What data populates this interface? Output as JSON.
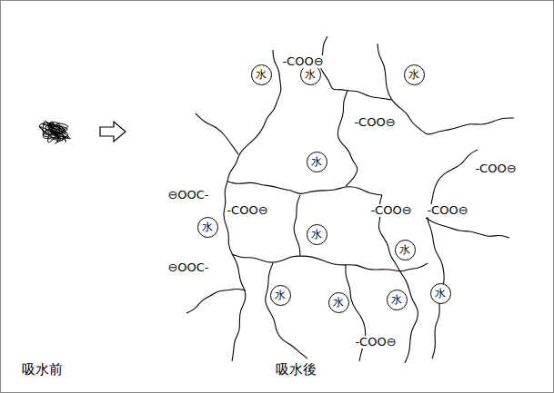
{
  "diagram": {
    "nodes": [
      {
        "text": [
          "水"
        ]
      },
      {
        "text": [
          "水"
        ]
      },
      {
        "text": [
          "水"
        ]
      },
      {
        "text": [
          "水"
        ]
      },
      {
        "text": [
          "水"
        ]
      },
      {
        "text": [
          "水"
        ]
      },
      {
        "text": [
          "水"
        ]
      },
      {
        "text": [
          "水"
        ]
      },
      {
        "text": [
          "水"
        ]
      },
      {
        "text": [
          "水"
        ]
      },
      {
        "text": [
          "水"
        ]
      }
    ],
    "labels": [
      "-COO⊖",
      "-COO⊖",
      "-COO⊖",
      "⊖OOC-",
      "-COO⊖",
      "-COO⊖",
      "-COO⊖",
      "⊖OOC-",
      "-COO⊖",
      "吸水前",
      "吸水後"
    ]
  }
}
